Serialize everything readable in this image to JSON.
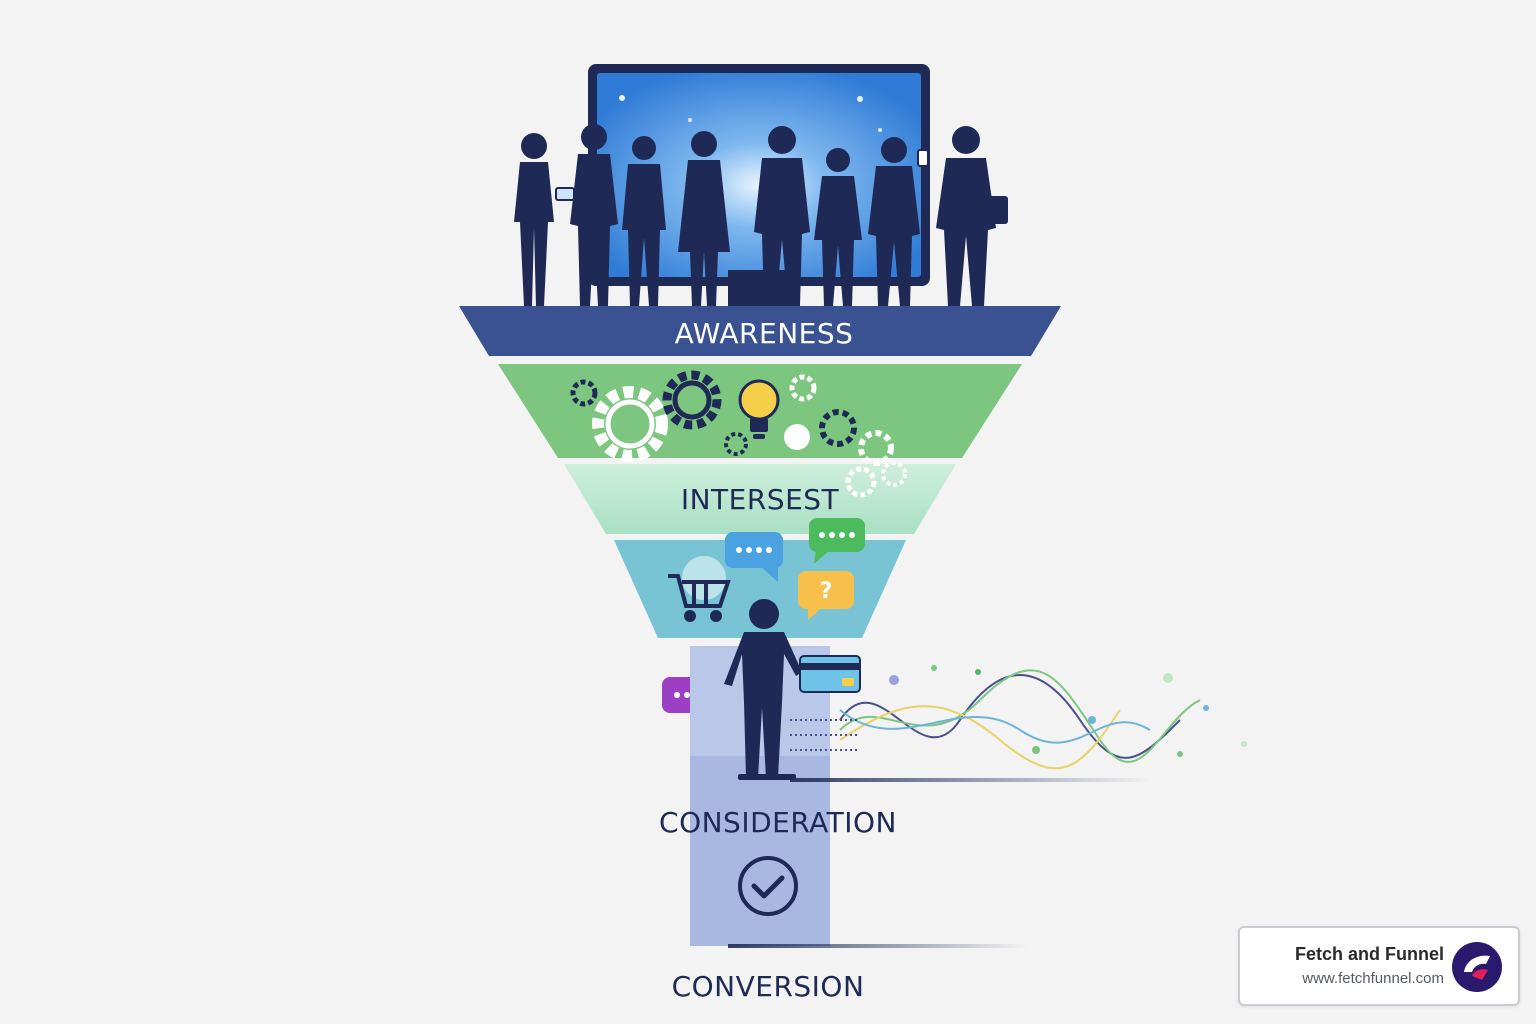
{
  "funnel": {
    "stages": [
      {
        "label": "AWARENESS",
        "color": "#3a5292"
      },
      {
        "label": "INTERSEST",
        "color": "#7cc67f"
      },
      {
        "label": "CONSIDERATION",
        "color": "#78c4d4"
      },
      {
        "label": "CONVERSION",
        "color": "#a8b8e0"
      }
    ],
    "icons": [
      "monitor-icon",
      "people-silhouettes-icon",
      "gear-icon",
      "lightbulb-icon",
      "chat-bubble-icon",
      "question-bubble-icon",
      "shopping-cart-icon",
      "credit-card-icon",
      "checkmark-circle-icon",
      "person-silhouette-icon",
      "data-wave-lines-icon"
    ]
  },
  "brand": {
    "name": "Fetch and Funnel",
    "url": "www.fetchfunnel.com",
    "logo_icon": "fetchfunnel-logo-icon",
    "colors": {
      "logo_bg": "#2a1a6e",
      "logo_accent": "#e0205a"
    }
  }
}
